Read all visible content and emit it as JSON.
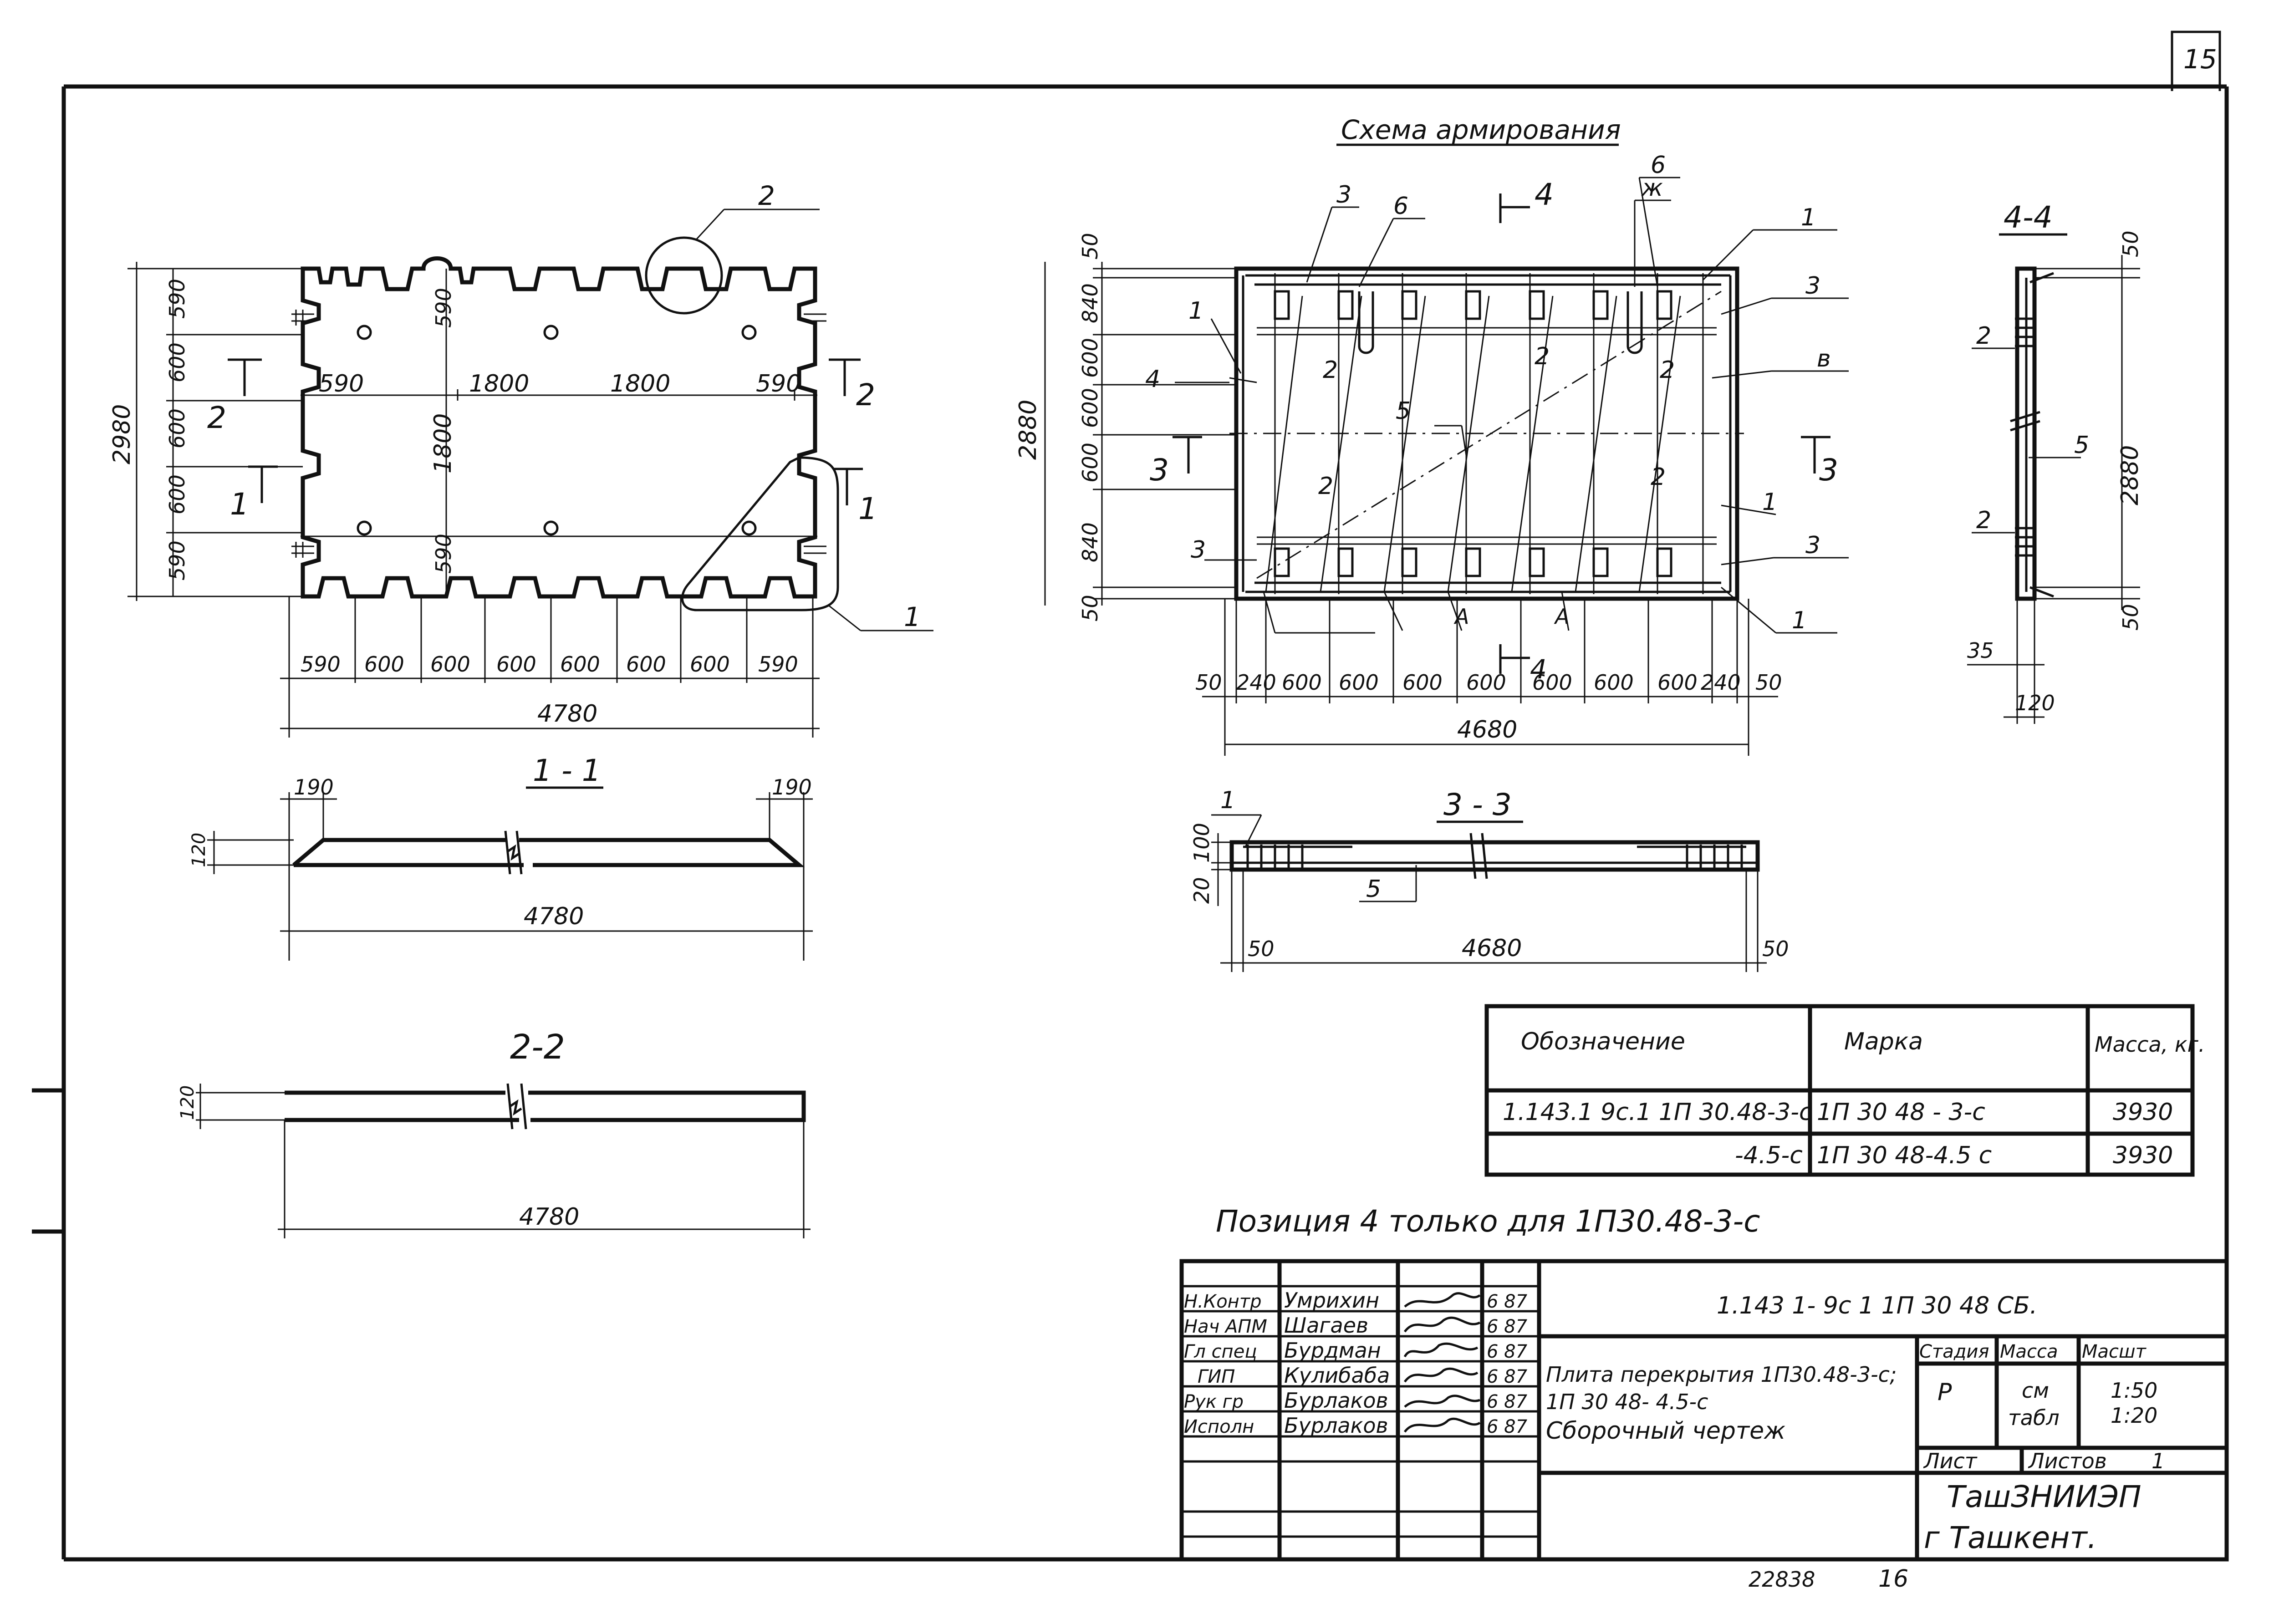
{
  "sheet": {
    "number": "15",
    "footer_id": "22838",
    "footer_page": "16",
    "note": "Позиция 4 только для 1П30.48-3-с"
  },
  "plan": {
    "callout_2": "2",
    "callout_1": "1",
    "height_total": "2980",
    "side_dims": [
      "590",
      "600",
      "600",
      "600",
      "590"
    ],
    "inner_dims": {
      "left": "590",
      "mid1": "1800",
      "mid2": "1800",
      "right": "590",
      "vertical": "1800",
      "top_v": "590",
      "bottom_v": "590"
    },
    "bottom_dims": [
      "590",
      "600",
      "600",
      "600",
      "600",
      "600",
      "600",
      "590"
    ],
    "length_total": "4780",
    "section_marks": {
      "left_2": "2",
      "right_2": "2",
      "left_1": "1",
      "right_1": "1"
    }
  },
  "reinf": {
    "title": "Схема армирования",
    "height_total": "2880",
    "side_dims": [
      "50",
      "840",
      "600",
      "600",
      "600",
      "840",
      "50"
    ],
    "bottom_dims": [
      "50",
      "240",
      "600",
      "600",
      "600",
      "600",
      "600",
      "600",
      "600",
      "240",
      "50"
    ],
    "length_total": "4680",
    "labels": {
      "l1": "1",
      "l2": "2",
      "l3": "3",
      "l4": "4",
      "l5": "5",
      "l6": "6",
      "lzh": "ж",
      "lv": "в",
      "lA": "А",
      "lA2": "А",
      "section4": "4"
    }
  },
  "sec44": {
    "title": "4-4",
    "top": "50",
    "height": "2880",
    "bottom": "50",
    "dim35": "35",
    "dim120": "120",
    "l2a": "2",
    "l2b": "2",
    "l5": "5"
  },
  "sec11": {
    "title": "1 - 1",
    "left": "190",
    "right": "190",
    "h": "120",
    "length": "4780"
  },
  "sec33": {
    "title": "3 - 3",
    "h1": "100",
    "h2": "20",
    "l1": "1",
    "l5": "5",
    "left": "50",
    "length": "4680",
    "right": "50"
  },
  "sec22": {
    "title": "2-2",
    "h": "120",
    "length": "4780"
  },
  "spec": {
    "headers": [
      "Обозначение",
      "Марка",
      "Масса, кг."
    ],
    "rows": [
      [
        "1.143.1 9с.1 1П 30.48-3-с",
        "1П 30 48 - 3-с",
        "3930"
      ],
      [
        "-4.5-с",
        "1П 30 48-4.5 с",
        "3930"
      ]
    ]
  },
  "titleblock": {
    "code": "1.143 1- 9с 1 1П 30 48 СБ.",
    "roles": [
      "Н.Контр",
      "Нач АПМ",
      "Гл спец",
      "ГИП",
      "Рук гр",
      "Исполн"
    ],
    "names": [
      "Умрихин",
      "Шагаев",
      "Бурдман",
      "Кулибаба",
      "Бурлаков",
      "Бурлаков"
    ],
    "dates": [
      "6 87",
      "6 87",
      "6 87",
      "6 87",
      "6 87",
      "6 87"
    ],
    "title_line1": "Плита перекрытия 1П30.48-3-с;",
    "title_line2": "1П 30 48- 4.5-с",
    "title_line3": "Сборочный чертеж",
    "stage_label": "Стадия",
    "mass_label": "Масса",
    "scale_label": "Масшт",
    "stage": "Р",
    "mass_1": "см",
    "mass_2": "табл",
    "scale_1": "1:50",
    "scale_2": "1:20",
    "sheet_label": "Лист",
    "sheets_label": "Листов",
    "sheets_count": "1",
    "org_1": "ТашЗНИИЭП",
    "org_2": "г Ташкент."
  }
}
